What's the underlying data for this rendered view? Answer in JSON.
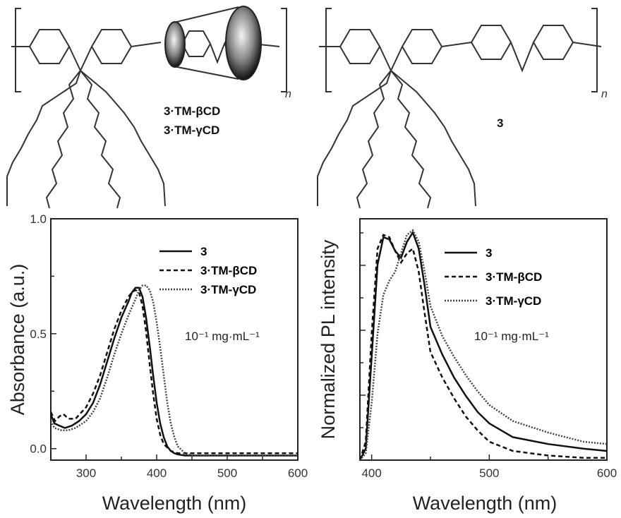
{
  "structures": {
    "left_labels": [
      "3·TM-βCD",
      "3·TM-γCD"
    ],
    "right_label": "3",
    "repeat_left": "n",
    "repeat_right": "n"
  },
  "chart_data": [
    {
      "type": "line",
      "xlabel": "Wavelength (nm)",
      "ylabel": "Absorbance (a.u.)",
      "xlim": [
        250,
        600
      ],
      "ylim": [
        -0.05,
        1.0
      ],
      "xticks": [
        300,
        400,
        500,
        600
      ],
      "yticks": [
        0.0,
        0.5,
        1.0
      ],
      "ytick_labels": [
        "0.0",
        "0.5",
        "1.0"
      ],
      "annotation": "10⁻¹ mg·mL⁻¹",
      "legend_position": "top-right",
      "series": [
        {
          "name": "3",
          "style": "solid",
          "x": [
            250,
            255,
            262,
            270,
            280,
            290,
            300,
            310,
            320,
            330,
            340,
            350,
            360,
            365,
            370,
            375,
            380,
            385,
            390,
            395,
            400,
            405,
            410,
            415,
            420,
            425,
            430,
            440,
            460,
            500,
            600
          ],
          "y": [
            0.15,
            0.11,
            0.1,
            0.09,
            0.1,
            0.12,
            0.15,
            0.2,
            0.28,
            0.38,
            0.48,
            0.57,
            0.64,
            0.68,
            0.7,
            0.7,
            0.66,
            0.57,
            0.45,
            0.32,
            0.2,
            0.11,
            0.05,
            0.01,
            -0.01,
            -0.02,
            -0.025,
            -0.03,
            -0.03,
            -0.03,
            -0.03
          ]
        },
        {
          "name": "3·TM-βCD",
          "style": "dashed",
          "x": [
            250,
            256,
            262,
            268,
            275,
            285,
            300,
            310,
            320,
            330,
            340,
            350,
            360,
            365,
            370,
            375,
            380,
            385,
            390,
            395,
            400,
            405,
            410,
            420,
            430,
            450,
            500,
            600
          ],
          "y": [
            0.16,
            0.12,
            0.14,
            0.15,
            0.13,
            0.13,
            0.18,
            0.24,
            0.32,
            0.42,
            0.52,
            0.6,
            0.66,
            0.68,
            0.69,
            0.68,
            0.62,
            0.51,
            0.37,
            0.24,
            0.13,
            0.06,
            0.02,
            -0.01,
            -0.02,
            -0.02,
            -0.02,
            -0.02
          ]
        },
        {
          "name": "3·TM-γCD",
          "style": "dotted",
          "x": [
            250,
            255,
            265,
            275,
            285,
            300,
            310,
            320,
            330,
            340,
            350,
            360,
            370,
            375,
            380,
            385,
            390,
            395,
            400,
            405,
            410,
            415,
            420,
            425,
            430,
            440,
            450,
            500,
            600
          ],
          "y": [
            0.12,
            0.09,
            0.08,
            0.08,
            0.09,
            0.12,
            0.16,
            0.22,
            0.31,
            0.41,
            0.5,
            0.58,
            0.65,
            0.69,
            0.71,
            0.71,
            0.69,
            0.64,
            0.55,
            0.44,
            0.32,
            0.2,
            0.11,
            0.05,
            0.01,
            -0.02,
            -0.03,
            -0.03,
            -0.03
          ]
        }
      ]
    },
    {
      "type": "line",
      "xlabel": "Wavelength (nm)",
      "ylabel": "Normalized PL intensity",
      "xlim": [
        390,
        600
      ],
      "ylim": [
        0,
        1.05
      ],
      "xticks": [
        400,
        500,
        600
      ],
      "yticks": [],
      "annotation": "10⁻¹ mg·mL⁻¹",
      "legend_position": "top-right",
      "series": [
        {
          "name": "3",
          "style": "solid",
          "x": [
            390,
            395,
            400,
            405,
            410,
            415,
            420,
            425,
            430,
            435,
            440,
            445,
            450,
            460,
            470,
            480,
            490,
            500,
            520,
            550,
            580,
            600
          ],
          "y": [
            0.0,
            0.05,
            0.45,
            0.85,
            0.97,
            0.96,
            0.91,
            0.88,
            0.95,
            0.99,
            0.92,
            0.76,
            0.58,
            0.46,
            0.36,
            0.28,
            0.21,
            0.16,
            0.1,
            0.07,
            0.05,
            0.04
          ]
        },
        {
          "name": "3·TM-βCD",
          "style": "dashed",
          "x": [
            390,
            395,
            400,
            405,
            410,
            415,
            420,
            425,
            430,
            435,
            440,
            445,
            450,
            460,
            470,
            480,
            490,
            500,
            520,
            550,
            580,
            600
          ],
          "y": [
            0.0,
            0.08,
            0.55,
            0.92,
            0.98,
            0.97,
            0.91,
            0.86,
            0.9,
            0.92,
            0.82,
            0.64,
            0.47,
            0.36,
            0.27,
            0.19,
            0.13,
            0.08,
            0.04,
            0.02,
            0.01,
            0.01
          ]
        },
        {
          "name": "3·TM-γCD",
          "style": "dotted",
          "x": [
            390,
            395,
            400,
            405,
            410,
            415,
            420,
            425,
            430,
            435,
            440,
            445,
            450,
            460,
            470,
            480,
            490,
            500,
            520,
            550,
            580,
            600
          ],
          "y": [
            0.0,
            0.03,
            0.25,
            0.55,
            0.72,
            0.78,
            0.82,
            0.9,
            0.98,
            1.0,
            0.95,
            0.82,
            0.67,
            0.54,
            0.45,
            0.37,
            0.3,
            0.24,
            0.17,
            0.12,
            0.08,
            0.07
          ]
        }
      ]
    }
  ]
}
